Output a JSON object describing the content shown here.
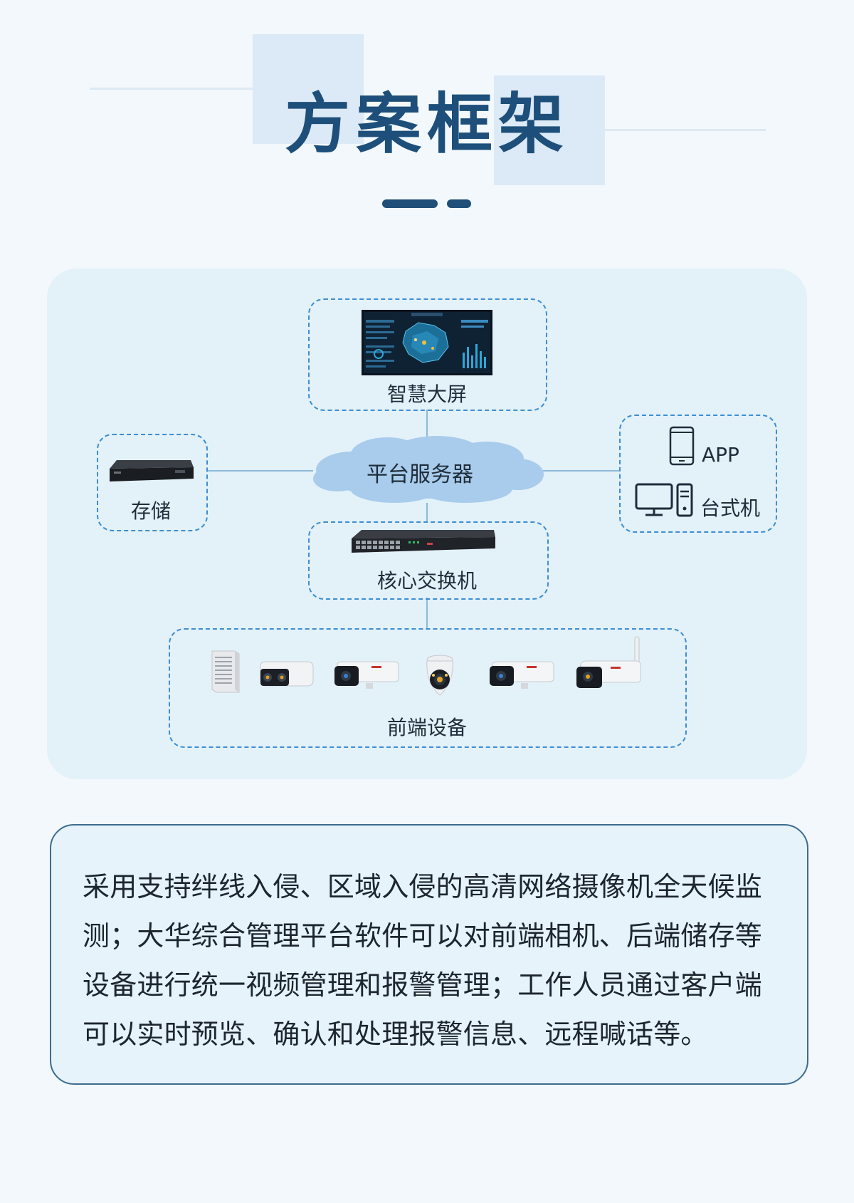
{
  "header": {
    "title": "方案框架"
  },
  "diagram": {
    "top_node": {
      "label": "智慧大屏",
      "icon": "dashboard-screen-icon"
    },
    "center_node": {
      "label": "平台服务器",
      "icon": "cloud-icon"
    },
    "left_node": {
      "label": "存储",
      "icon": "nvr-storage-icon"
    },
    "right_node": {
      "items": [
        {
          "label": "APP",
          "icon": "phone-icon"
        },
        {
          "label": "台式机",
          "icon": "desktop-computer-icon"
        }
      ]
    },
    "switch_node": {
      "label": "核心交换机",
      "icon": "network-switch-icon"
    },
    "front_node": {
      "label": "前端设备",
      "devices": [
        "speaker-icon",
        "panoramic-camera-icon",
        "bullet-camera-icon",
        "dome-camera-icon",
        "bullet-camera-icon",
        "wifi-bullet-camera-icon"
      ]
    }
  },
  "description": {
    "lines": [
      "采用支持绊线入侵、区域入侵的高清网络摄像机全天候监",
      "测；大华综合管理平台软件可以对前端相机、后端储存等",
      "设备进行统一视频管理和报警管理；工作人员通过客户端",
      "可以实时预览、确认和处理报警信息、远程喊话等。"
    ]
  },
  "colors": {
    "title": "#1d4f7a",
    "accent": "#3e8ed0",
    "cloud": "#a9ccec",
    "panel": "#e3f1f9"
  }
}
